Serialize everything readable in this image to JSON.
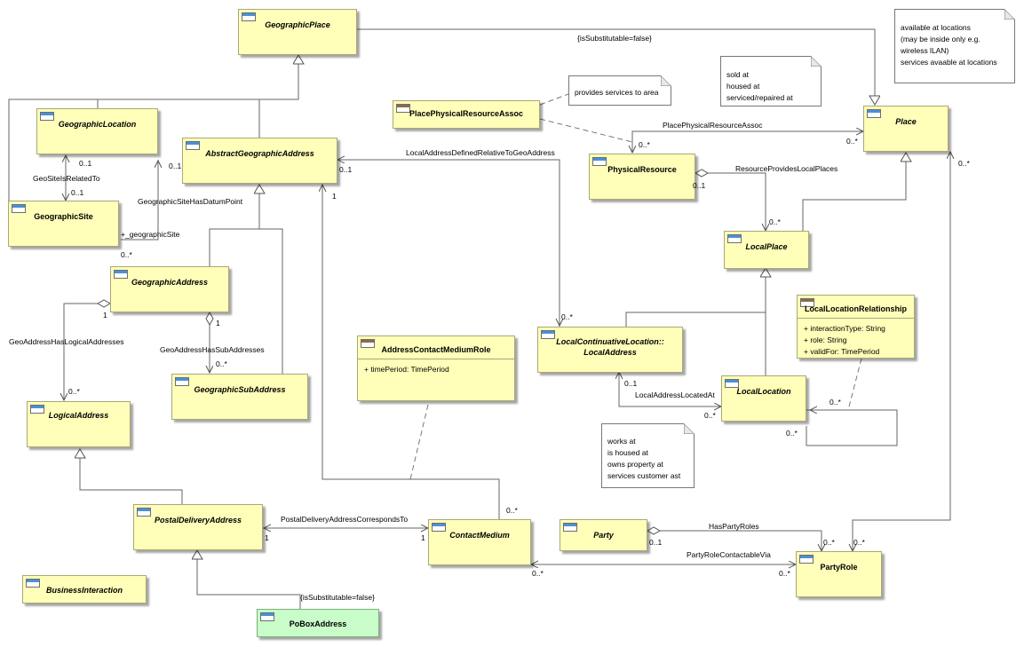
{
  "classes": {
    "geographic_place": "GeographicPlace",
    "geographic_location": "GeographicLocation",
    "abstract_geographic_address": "AbstractGeographicAddress",
    "geographic_site": "GeographicSite",
    "geographic_address": "GeographicAddress",
    "geographic_sub_address": "GeographicSubAddress",
    "logical_address": "LogicalAddress",
    "postal_delivery_address": "PostalDeliveryAddress",
    "business_interaction": "BusinessInteraction",
    "po_box_address": "PoBoxAddress",
    "place_physical_resource_assoc": "PlacePhysicalResourceAssoc",
    "physical_resource": "PhysicalResource",
    "place": "Place",
    "local_place": "LocalPlace",
    "local_continuative_location_1": "LocalContinuativeLocation::",
    "local_continuative_location_2": "LocalAddress",
    "local_location": "LocalLocation",
    "local_location_relationship": "LocalLocationRelationship",
    "address_contact_medium_role": "AddressContactMediumRole",
    "contact_medium": "ContactMedium",
    "party": "Party",
    "party_role": "PartyRole"
  },
  "attributes": {
    "acmr_time_period": "+   timePeriod: TimePeriod",
    "llr_interaction_type": "+   interactionType: String",
    "llr_role": "+   role: String",
    "llr_valid_for": "+   validFor: TimePeriod"
  },
  "notes": {
    "locations": [
      "available at locations",
      "(may be inside only e.g.",
      "wireless lLAN)",
      "services avaable at locations"
    ],
    "resource": [
      "sold at",
      "housed at",
      "serviced/repaired at"
    ],
    "area": [
      "provides services to area"
    ],
    "works": [
      "works at",
      "is housed at",
      "owns property at",
      "services customer ast"
    ]
  },
  "labels": {
    "is_substitutable_top": "{isSubstitutable=false}",
    "is_substitutable_bottom": "{isSubstitutable=false}",
    "place_physical_resource_assoc": "PlacePhysicalResourceAssoc",
    "local_address_defined": "LocalAddressDefinedRelativeToGeoAddress",
    "resource_provides_local_places": "ResourceProvidesLocalPlaces",
    "geo_site_is_related_to": "GeoSiteIsRelatedTo",
    "geographic_site_has_datum_point": "GeographicSiteHasDatumPoint",
    "plus_geographic_site": "+_geographicSite",
    "geo_address_has_logical": "GeoAddressHasLogicalAddresses",
    "geo_address_has_sub": "GeoAddressHasSubAddresses",
    "local_address_located_at": "LocalAddressLocatedAt",
    "postal_corresponds_to": "PostalDeliveryAddressCorrespondsTo",
    "has_party_roles": "HasPartyRoles",
    "party_role_contactable_via": "PartyRoleContactableVia"
  },
  "multiplicities": {
    "m_place_0n": "0..*",
    "m_physres_0n": "0..*",
    "m_agа_01": "0..1",
    "m_agа_1": "1",
    "m_lcl_0n": "0..*",
    "m_physres_01": "0..1",
    "m_localplace_0n": "0..*",
    "m_place_right_0n": "0..*",
    "m_geoloc_01": "0..1",
    "m_geoloc_01b": "0..1",
    "m_geosite_01": "0..1",
    "m_geosite_0n": "0..*",
    "m_geoaddr_1": "1",
    "m_geoaddr_1b": "1",
    "m_logical_0n": "0..*",
    "m_subaddr_0n": "0..*",
    "m_lcl_01": "0..1",
    "m_localloc_0n": "0..*",
    "m_llr_0n_a": "0..*",
    "m_llr_0n_b": "0..*",
    "m_postal_1": "1",
    "m_contact_1": "1",
    "m_contact_0n_top": "0..*",
    "m_contact_0n_bottom": "0..*",
    "m_party_01": "0..1",
    "m_partyrole_0n_a": "0..*",
    "m_partyrole_0n_b": "0..*",
    "m_partyrole_0n_c": "0..*"
  }
}
